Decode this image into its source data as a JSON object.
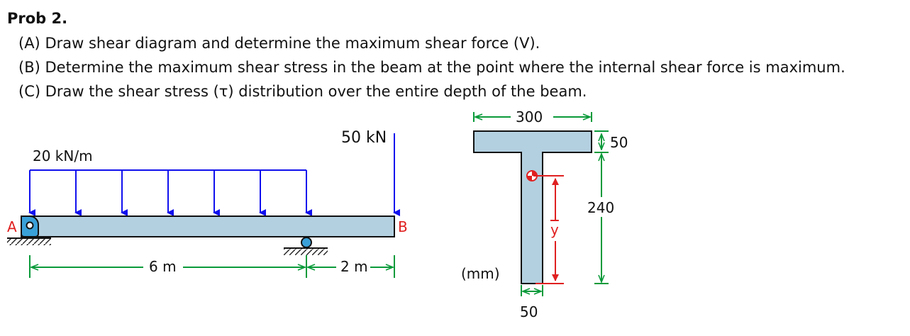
{
  "problem": {
    "title": "Prob 2.",
    "parts": [
      {
        "letter": "(A)",
        "text": "Draw shear diagram and determine the maximum shear force (V)."
      },
      {
        "letter": "(B)",
        "text": "Determine the maximum shear stress in the beam at the point where the internal shear force is maximum."
      },
      {
        "letter": "(C)",
        "text": "Draw the shear stress (τ) distribution over the entire depth of the beam."
      }
    ]
  },
  "beam": {
    "distributed_load": "20 kN/m",
    "point_load": "50 kN",
    "support_a": "A",
    "end_b": "B",
    "span_1": "6 m",
    "span_2": "2 m",
    "colors": {
      "beam_fill": "#b3d0e0",
      "load": "#1010ee",
      "dimension": "#0a9a3a",
      "support": "#3aa0d8",
      "label_red": "#e02020"
    }
  },
  "section": {
    "flange_width": "300",
    "flange_thickness": "50",
    "web_height": "240",
    "web_width": "50",
    "units": "(mm)",
    "centroid_label": "y"
  }
}
